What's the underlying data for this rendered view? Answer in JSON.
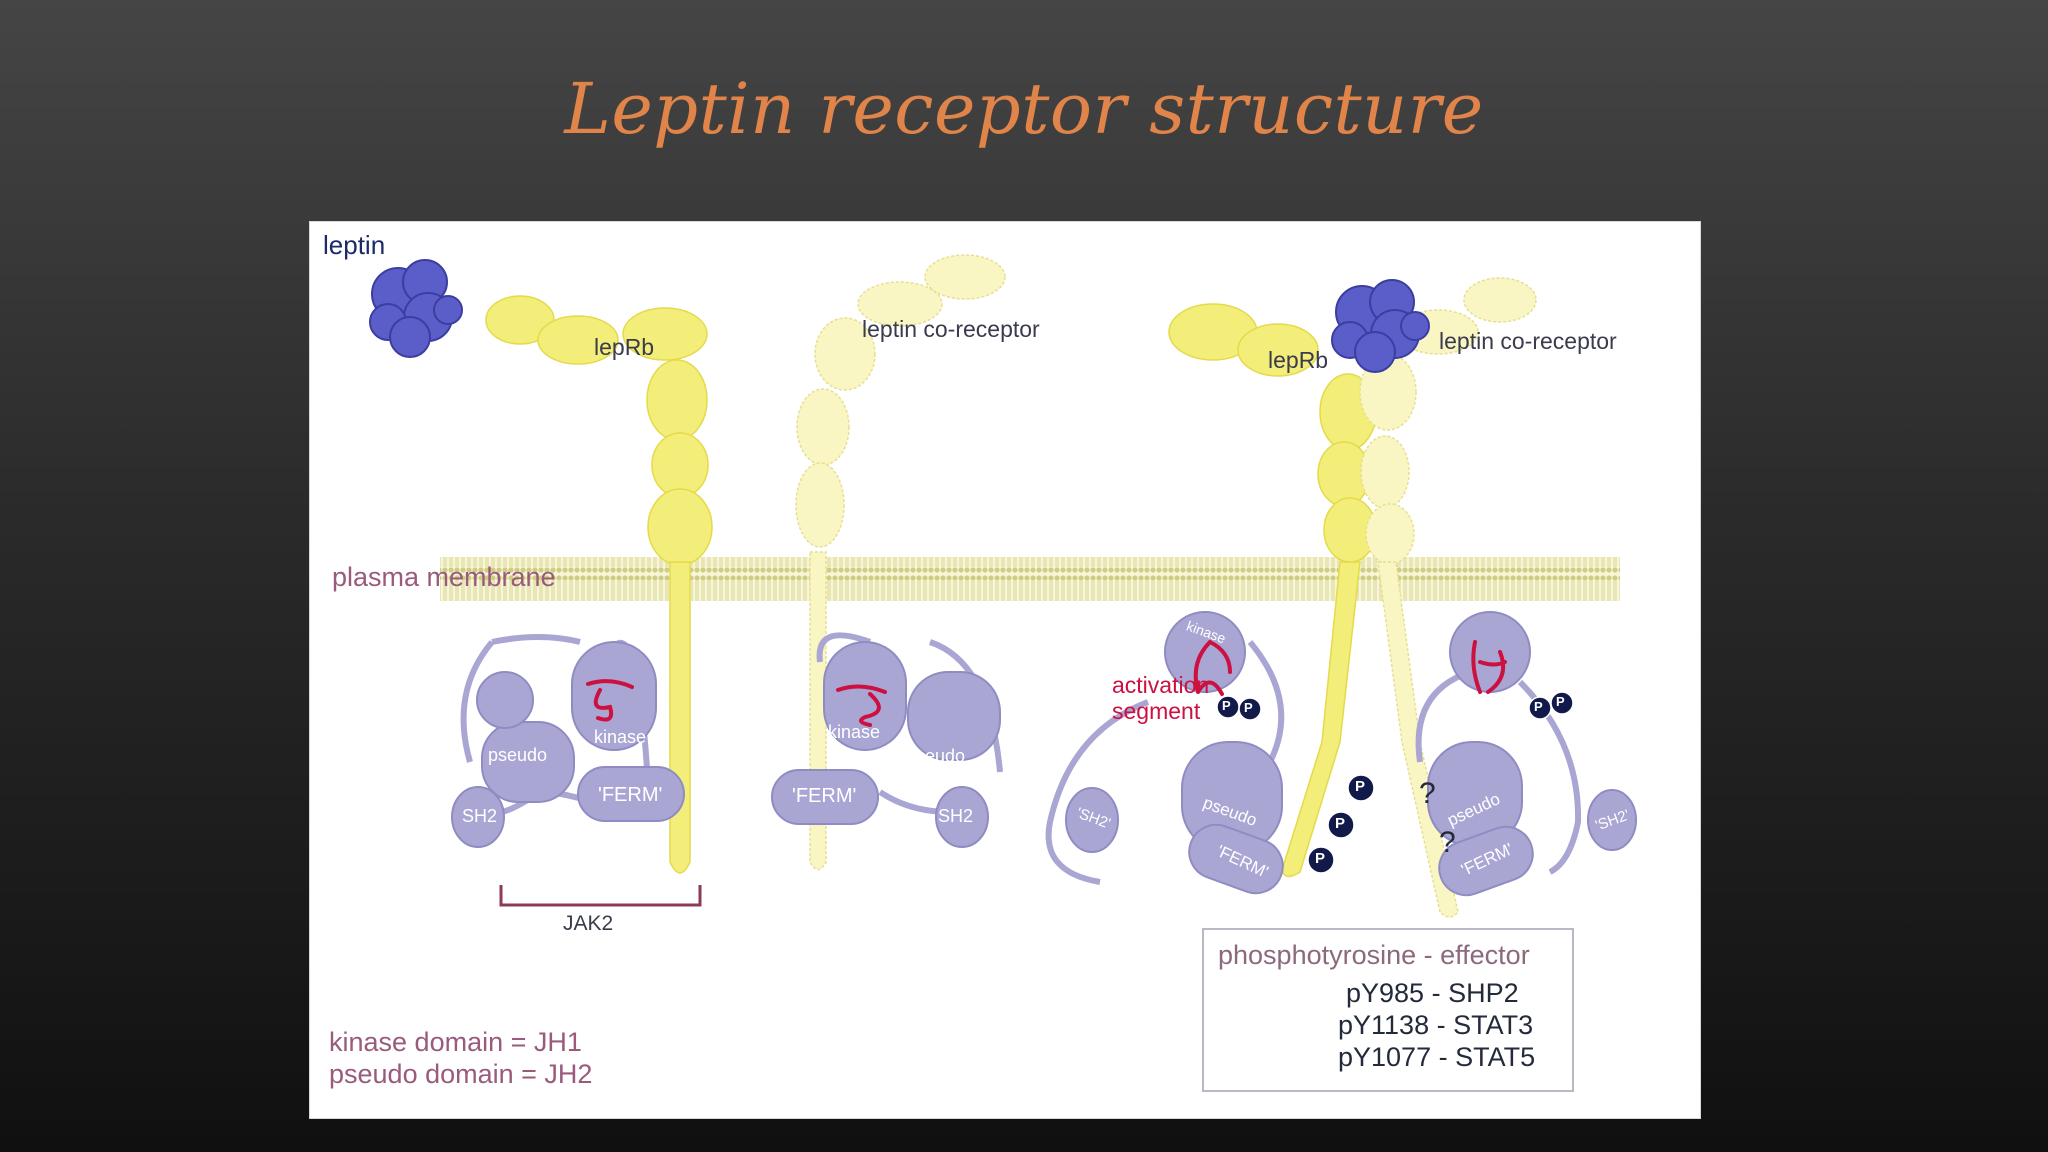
{
  "slide": {
    "title": "Leptin receptor structure"
  },
  "figure": {
    "labels": {
      "leptin": "leptin",
      "lepRb_left": "lepRb",
      "co_receptor_left": "leptin co-receptor",
      "lepRb_right": "lepRb",
      "co_receptor_right": "leptin co-receptor",
      "plasma_membrane": "plasma membrane",
      "jak2": "JAK2",
      "activation_segment_line1": "activation",
      "activation_segment_line2": "segment",
      "question_mark_1": "?",
      "question_mark_2": "?"
    },
    "domains": {
      "kinase": "kinase",
      "pseudo": "pseudo",
      "ferm": "'FERM'",
      "sh2": "SH2",
      "sh2_alt": "'SH2'",
      "phospho": "P"
    },
    "legend": {
      "heading": "phosphotyrosine - effector",
      "rows": [
        "pY985 - SHP2",
        "pY1138 - STAT3",
        "pY1077 - STAT5"
      ]
    },
    "notes": {
      "kinase_domain": "kinase domain = JH1",
      "pseudo_domain": "pseudo domain = JH2"
    },
    "colors": {
      "receptor_yellow": "#f3ee7a",
      "co_receptor_yellow": "#faf6c4",
      "jak_purple": "#a9a6d4",
      "leptin_blue": "#5b5ec8",
      "activation_red": "#cc1040",
      "phospho_navy": "#121a4a",
      "membrane": "#d5d38a"
    }
  }
}
